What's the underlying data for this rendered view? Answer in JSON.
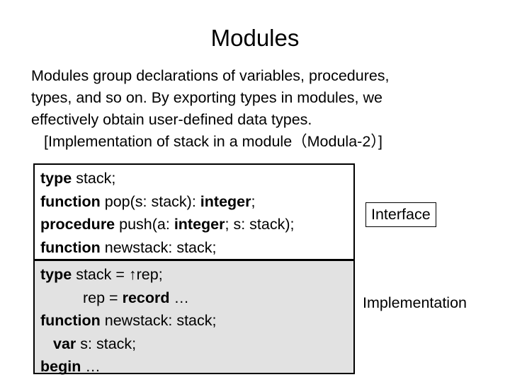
{
  "slide": {
    "title": "Modules",
    "body_lines": [
      {
        "text": "Modules group declarations of variables, procedures,",
        "indent": 0
      },
      {
        "text": "types, and so on. By exporting types in modules, we",
        "indent": 0
      },
      {
        "text": "effectively obtain user-defined data types.",
        "indent": 0
      },
      {
        "text": "[Implementation of stack in a module（Modula-2）]",
        "indent": 1
      }
    ],
    "code_box": {
      "interface": {
        "background_color": "#ffffff",
        "lines": [
          {
            "indent": "none",
            "parts": [
              {
                "text": "type",
                "bold": true
              },
              {
                "text": " stack;",
                "bold": false
              }
            ]
          },
          {
            "indent": "none",
            "parts": [
              {
                "text": "function",
                "bold": true
              },
              {
                "text": " pop(s: stack): ",
                "bold": false
              },
              {
                "text": "integer",
                "bold": true
              },
              {
                "text": ";",
                "bold": false
              }
            ]
          },
          {
            "indent": "none",
            "parts": [
              {
                "text": "procedure",
                "bold": true
              },
              {
                "text": " push(a: ",
                "bold": false
              },
              {
                "text": "integer",
                "bold": true
              },
              {
                "text": "; s: stack);",
                "bold": false
              }
            ]
          },
          {
            "indent": "none",
            "parts": [
              {
                "text": "function",
                "bold": true
              },
              {
                "text": " newstack: stack;",
                "bold": false
              }
            ]
          }
        ]
      },
      "implementation": {
        "background_color": "#e2e2e2",
        "lines": [
          {
            "indent": "none",
            "parts": [
              {
                "text": "type",
                "bold": true
              },
              {
                "text": " stack = ↑rep;",
                "bold": false
              }
            ]
          },
          {
            "indent": "big",
            "parts": [
              {
                "text": "rep = ",
                "bold": false
              },
              {
                "text": "record",
                "bold": true
              },
              {
                "text": " …",
                "bold": false
              }
            ]
          },
          {
            "indent": "none",
            "parts": [
              {
                "text": "function",
                "bold": true
              },
              {
                "text": " newstack: stack;",
                "bold": false
              }
            ]
          },
          {
            "indent": "small",
            "parts": [
              {
                "text": "var",
                "bold": true
              },
              {
                "text": " s: stack;",
                "bold": false
              }
            ]
          },
          {
            "indent": "none",
            "parts": [
              {
                "text": "begin",
                "bold": true
              },
              {
                "text": " …",
                "bold": false
              }
            ]
          }
        ]
      }
    },
    "labels": {
      "interface": "Interface",
      "implementation": "Implementation"
    }
  }
}
